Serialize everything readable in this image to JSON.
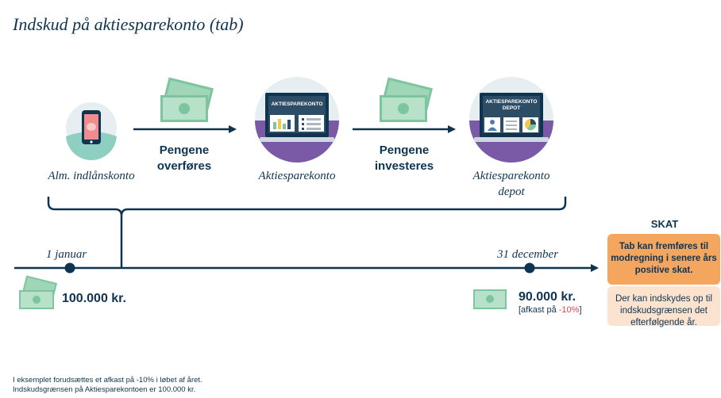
{
  "title": "Indskud på aktiesparekonto (tab)",
  "steps": [
    {
      "caption": "Alm. indlånskonto",
      "icon": "smartphone-piggybank-icon"
    },
    {
      "caption": "Aktiesparekonto",
      "icon": "laptop-account-icon",
      "screen_label": "AKTIESPAREKONTO"
    },
    {
      "caption": "Aktiesparekonto depot",
      "icon": "laptop-depot-icon",
      "screen_label": "AKTIESPAREKONTO DEPOT"
    }
  ],
  "arrows": [
    {
      "label": "Pengene overføres"
    },
    {
      "label": "Pengene investeres"
    }
  ],
  "timeline": {
    "start_date": "1 januar",
    "end_date": "31 december",
    "start_amount": "100.000 kr.",
    "end_amount": "90.000 kr.",
    "afkast_prefix": "[afkast på ",
    "afkast_value": "-10%",
    "afkast_suffix": "]"
  },
  "skat": {
    "title": "SKAT",
    "box1": "Tab kan fremføres til modregning i senere års positive skat.",
    "box2": "Der kan indskydes op til indskudsgrænsen det efterfølgende år."
  },
  "footnotes": [
    "I eksemplet forudsættes et afkast på -10% i løbet af året.",
    "Indskudsgrænsen på Aktiesparekontoen er 100.000 kr."
  ],
  "colors": {
    "navy": "#0f3450",
    "purple": "#7a5aa6",
    "money_green": "#9fd6b8",
    "orange": "#f4a55e",
    "peach": "#fce3cf",
    "negative": "#e0464f"
  }
}
